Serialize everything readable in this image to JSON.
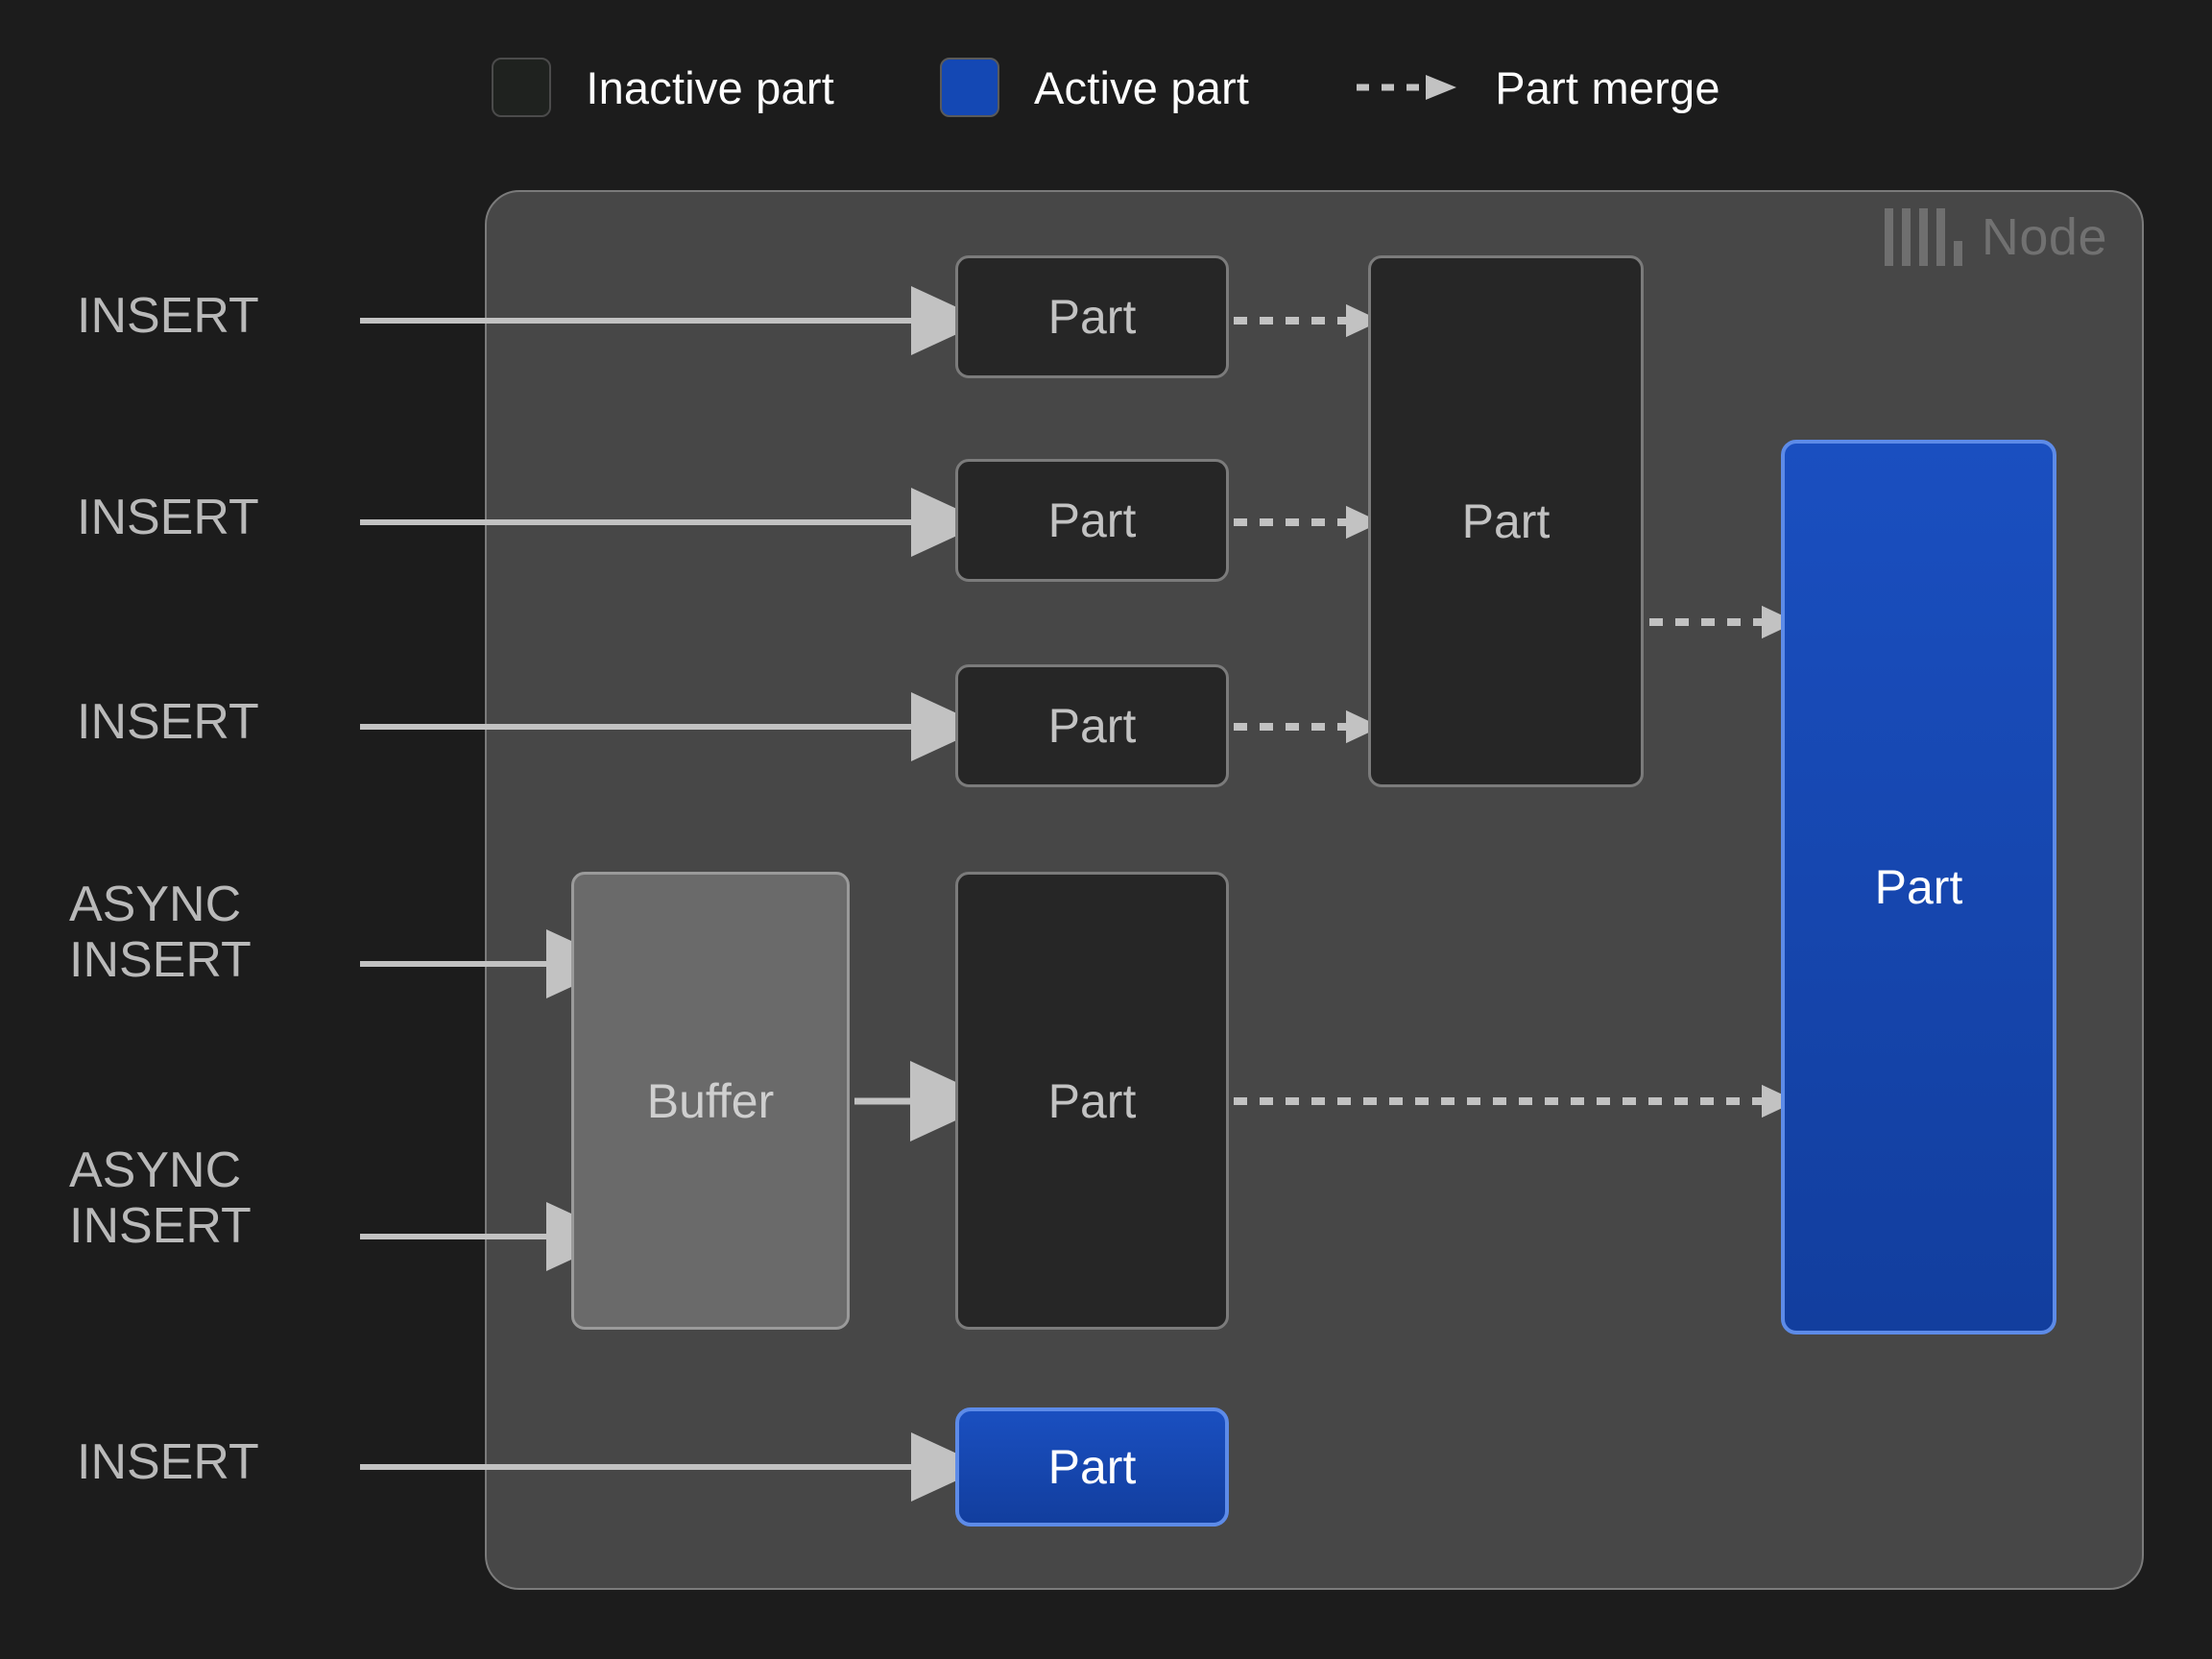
{
  "legend": {
    "items": [
      {
        "id": "inactive",
        "label": "Inactive part",
        "swatch": "inactive-part-swatch",
        "color": "#1f221f"
      },
      {
        "id": "active",
        "label": "Active part",
        "swatch": "active-part-swatch",
        "color": "#1448b4"
      },
      {
        "id": "merge",
        "label": "Part merge",
        "swatch": "dashed-arrow-icon",
        "color": "#c2c2c2"
      }
    ]
  },
  "node": {
    "label": "Node",
    "logo_icon": "clickhouse-logo-icon",
    "background": "#474747",
    "border": "#7b7b7b"
  },
  "sources": [
    {
      "id": "insert-1",
      "text": "INSERT"
    },
    {
      "id": "insert-2",
      "text": "INSERT"
    },
    {
      "id": "insert-3",
      "text": "INSERT"
    },
    {
      "id": "async-insert-1",
      "text": "ASYNC\nINSERT"
    },
    {
      "id": "async-insert-2",
      "text": "ASYNC\nINSERT"
    },
    {
      "id": "insert-4",
      "text": "INSERT"
    }
  ],
  "boxes": [
    {
      "id": "part-1",
      "label": "Part",
      "state": "inactive"
    },
    {
      "id": "part-2",
      "label": "Part",
      "state": "inactive"
    },
    {
      "id": "part-3",
      "label": "Part",
      "state": "inactive"
    },
    {
      "id": "part-merged",
      "label": "Part",
      "state": "inactive"
    },
    {
      "id": "buffer",
      "label": "Buffer",
      "state": "buffer"
    },
    {
      "id": "part-async",
      "label": "Part",
      "state": "inactive"
    },
    {
      "id": "part-final",
      "label": "Part",
      "state": "active"
    },
    {
      "id": "part-inserted",
      "label": "Part",
      "state": "active"
    }
  ],
  "colors": {
    "page_background": "#1c1c1c",
    "node_background": "#474747",
    "inactive_part_fill": "#262626",
    "inactive_part_border": "#7b7b7b",
    "active_part_fill": "#1448b4",
    "active_part_border": "#5d8be8",
    "buffer_fill": "#6a6a6a",
    "edge": "#c2c2c2",
    "text_primary": "#ffffff",
    "text_secondary": "#b9b9b9",
    "node_label": "#717171"
  }
}
